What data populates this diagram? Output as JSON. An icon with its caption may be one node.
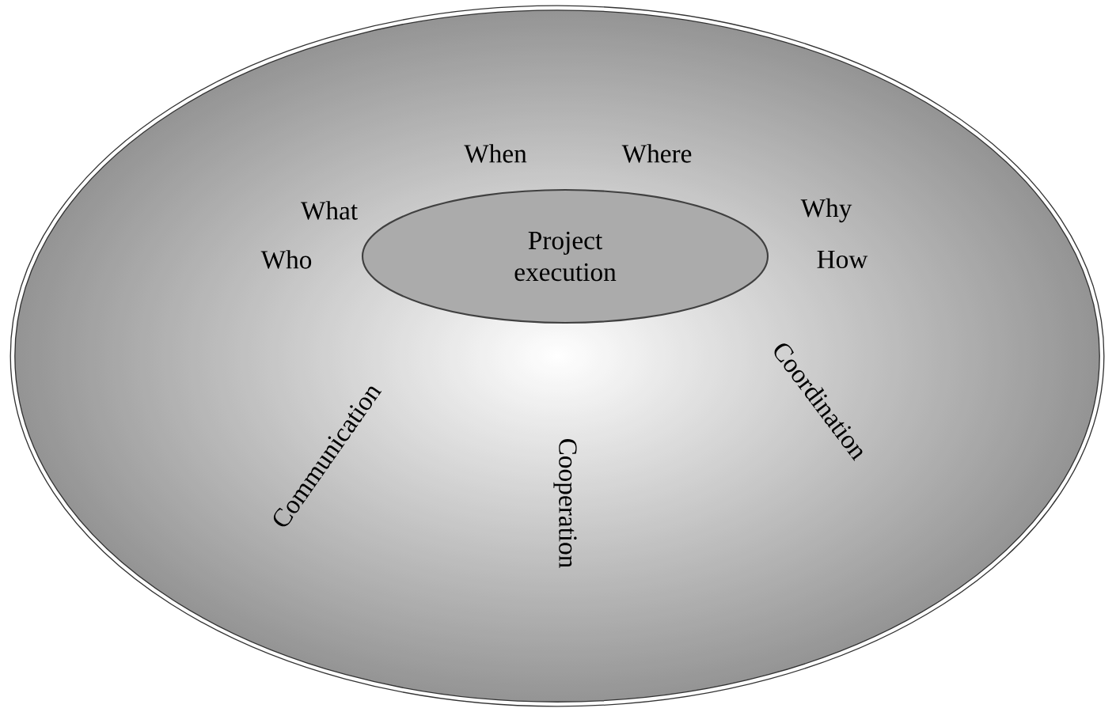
{
  "diagram": {
    "nodes": [
      {
        "text": [],
        "shape": "ellipse"
      },
      {
        "text": [
          "Project execution"
        ],
        "in": 0
      }
    ],
    "labels": [
      "When",
      "Where",
      "What",
      "Why",
      "Who",
      "How",
      "Communication",
      "Cooperation",
      "Coordination"
    ]
  }
}
